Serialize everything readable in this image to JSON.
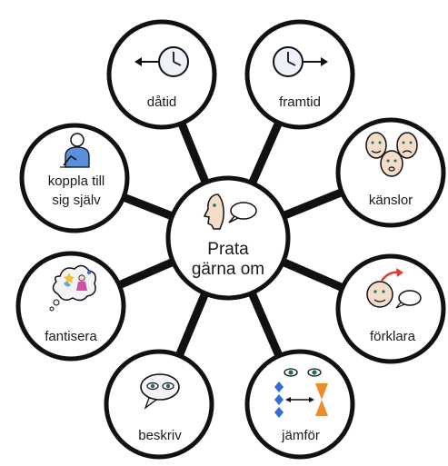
{
  "center": {
    "lines": [
      "Prata",
      "gärna om"
    ],
    "icon": "speaking-face-speech-bubble-icon"
  },
  "nodes": [
    {
      "id": "datid",
      "lines": [
        "dåtid"
      ],
      "icon": "clock-arrow-left-icon"
    },
    {
      "id": "framtid",
      "lines": [
        "framtid"
      ],
      "icon": "clock-arrow-right-icon"
    },
    {
      "id": "kanslor",
      "lines": [
        "känslor"
      ],
      "icon": "three-faces-icon"
    },
    {
      "id": "forklara",
      "lines": [
        "förklara"
      ],
      "icon": "face-speech-bubble-arrow-icon"
    },
    {
      "id": "jamfor",
      "lines": [
        "jämför"
      ],
      "icon": "eyes-compare-shapes-icon"
    },
    {
      "id": "beskriv",
      "lines": [
        "beskriv"
      ],
      "icon": "eyes-speech-bubble-icon"
    },
    {
      "id": "fantisera",
      "lines": [
        "fantisera"
      ],
      "icon": "thought-cloud-icon"
    },
    {
      "id": "koppla",
      "lines": [
        "koppla till",
        "sig själv"
      ],
      "icon": "person-pointing-self-icon"
    }
  ],
  "colors": {
    "outline": "#111111",
    "clock_face": "#eef3fb",
    "face_fill": "#f3dcc8",
    "eye": "#1e6f5c",
    "blue_shape": "#2f6fd6",
    "orange_shape": "#f08a24",
    "arrow_red": "#e53b2c",
    "cloud_fill": "#f4f4f8"
  }
}
